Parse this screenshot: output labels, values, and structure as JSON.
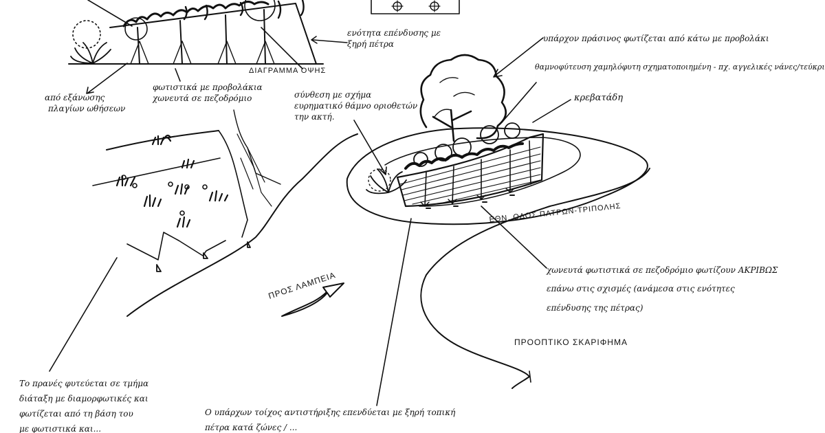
{
  "labels": {
    "stone_cladding_top": [
      "ενότητα επένδυσης με",
      "ξηρή πέτρα"
    ],
    "section_title": "ΔΙΑΓΡΑΜΜΑ ΟΨΗΣ",
    "shrubs_left": [
      "από εξάνωσης",
      "πλαγίων ωθήσεων"
    ],
    "uplights": [
      "φωτιστικά με προβολάκια",
      "χωνευτά σε πεζοδρόμιο"
    ],
    "composition": [
      "σύνθεση με σχήμα",
      "ευρηματικό θάμνο οριοθετών",
      "την ακτή."
    ],
    "existing_trees": "υπάρχον πράσινος φωτίζεται από κάτω με προβολάκι",
    "shrub_planting": "θαμνοφύτευση χαμηλόφυτη σχηματοποιημένη - πχ. αγγελικές νάνες/τεύκρια",
    "grass": "κρεβατάδη",
    "road_label": "ΕΘΝ. ΟΔΟΣ ΠΑΤΡΩΝ-ΤΡΙΠΟΛΗΣ",
    "direction": "ΠΡΟΣ ΛΑΜΠΕΙΑ",
    "recessed_lights": [
      "χωνευτά φωτιστικά σε πεζοδρόμιο φωτίζουν ΑΚΡΙΒΩΣ",
      "επάνω στις σχισμές (ανάμεσα στις ενότητες",
      "επένδυσης της πέτρας)"
    ],
    "perspective_title": "ΠΡΟΟΠΤΙΚΟ ΣΚΑΡΙΦΗΜΑ",
    "bottom_left": [
      "Το πρανές φυτεύεται σε τμήμα",
      "διάταξη με διαμορφωτικές και",
      "φωτίζεται από τη βάση του",
      "με φωτιστικά και..."
    ],
    "bottom_center": [
      "Ο υπάρχων τοίχος αντιστήριξης επενδύεται με ξηρή τοπική",
      "πέτρα κατά ζώνες / ..."
    ]
  }
}
